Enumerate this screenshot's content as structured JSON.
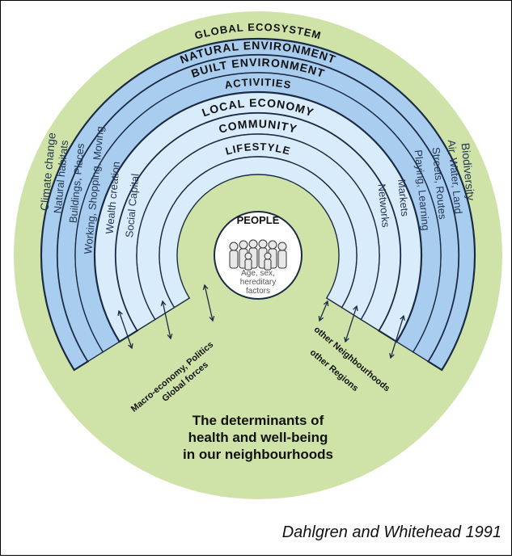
{
  "rings": [
    {
      "title": "GLOBAL ECOSYSTEM",
      "left": "Climate change",
      "right": "Biodiversity"
    },
    {
      "title": "NATURAL ENVIRONMENT",
      "left": "Natural habitats",
      "right": "Air, Water, Land"
    },
    {
      "title": "BUILT ENVIRONMENT",
      "left": "Buildings, Places",
      "right": "Streets, Routes"
    },
    {
      "title": "ACTIVITIES",
      "left": "Working, Shopping, Moving",
      "right": "Playing, Learning"
    },
    {
      "title": "LOCAL ECONOMY",
      "left": "Wealth creation",
      "right": "Markets"
    },
    {
      "title": "COMMUNITY",
      "left": "Social Capital",
      "right": "Networks"
    },
    {
      "title": "LIFESTYLE",
      "left": "",
      "right": ""
    }
  ],
  "core": {
    "title": "PEOPLE",
    "lines": [
      "Age, sex,",
      "hereditary",
      "factors"
    ]
  },
  "forces": {
    "left": [
      "Macro-economy, Politics",
      "Global forces"
    ],
    "right": [
      "other Neighbourhoods",
      "other Regions"
    ]
  },
  "subtitle": [
    "The determinants of",
    "health and well-being",
    "in our neighbourhoods"
  ],
  "caption": "Dahlgren and Whitehead 1991",
  "colors": {
    "outer_circle": "#cfe3a8",
    "band_blue": "#a9cdef",
    "band_light": "#d9ecfb",
    "outline": "#1c2b44"
  }
}
